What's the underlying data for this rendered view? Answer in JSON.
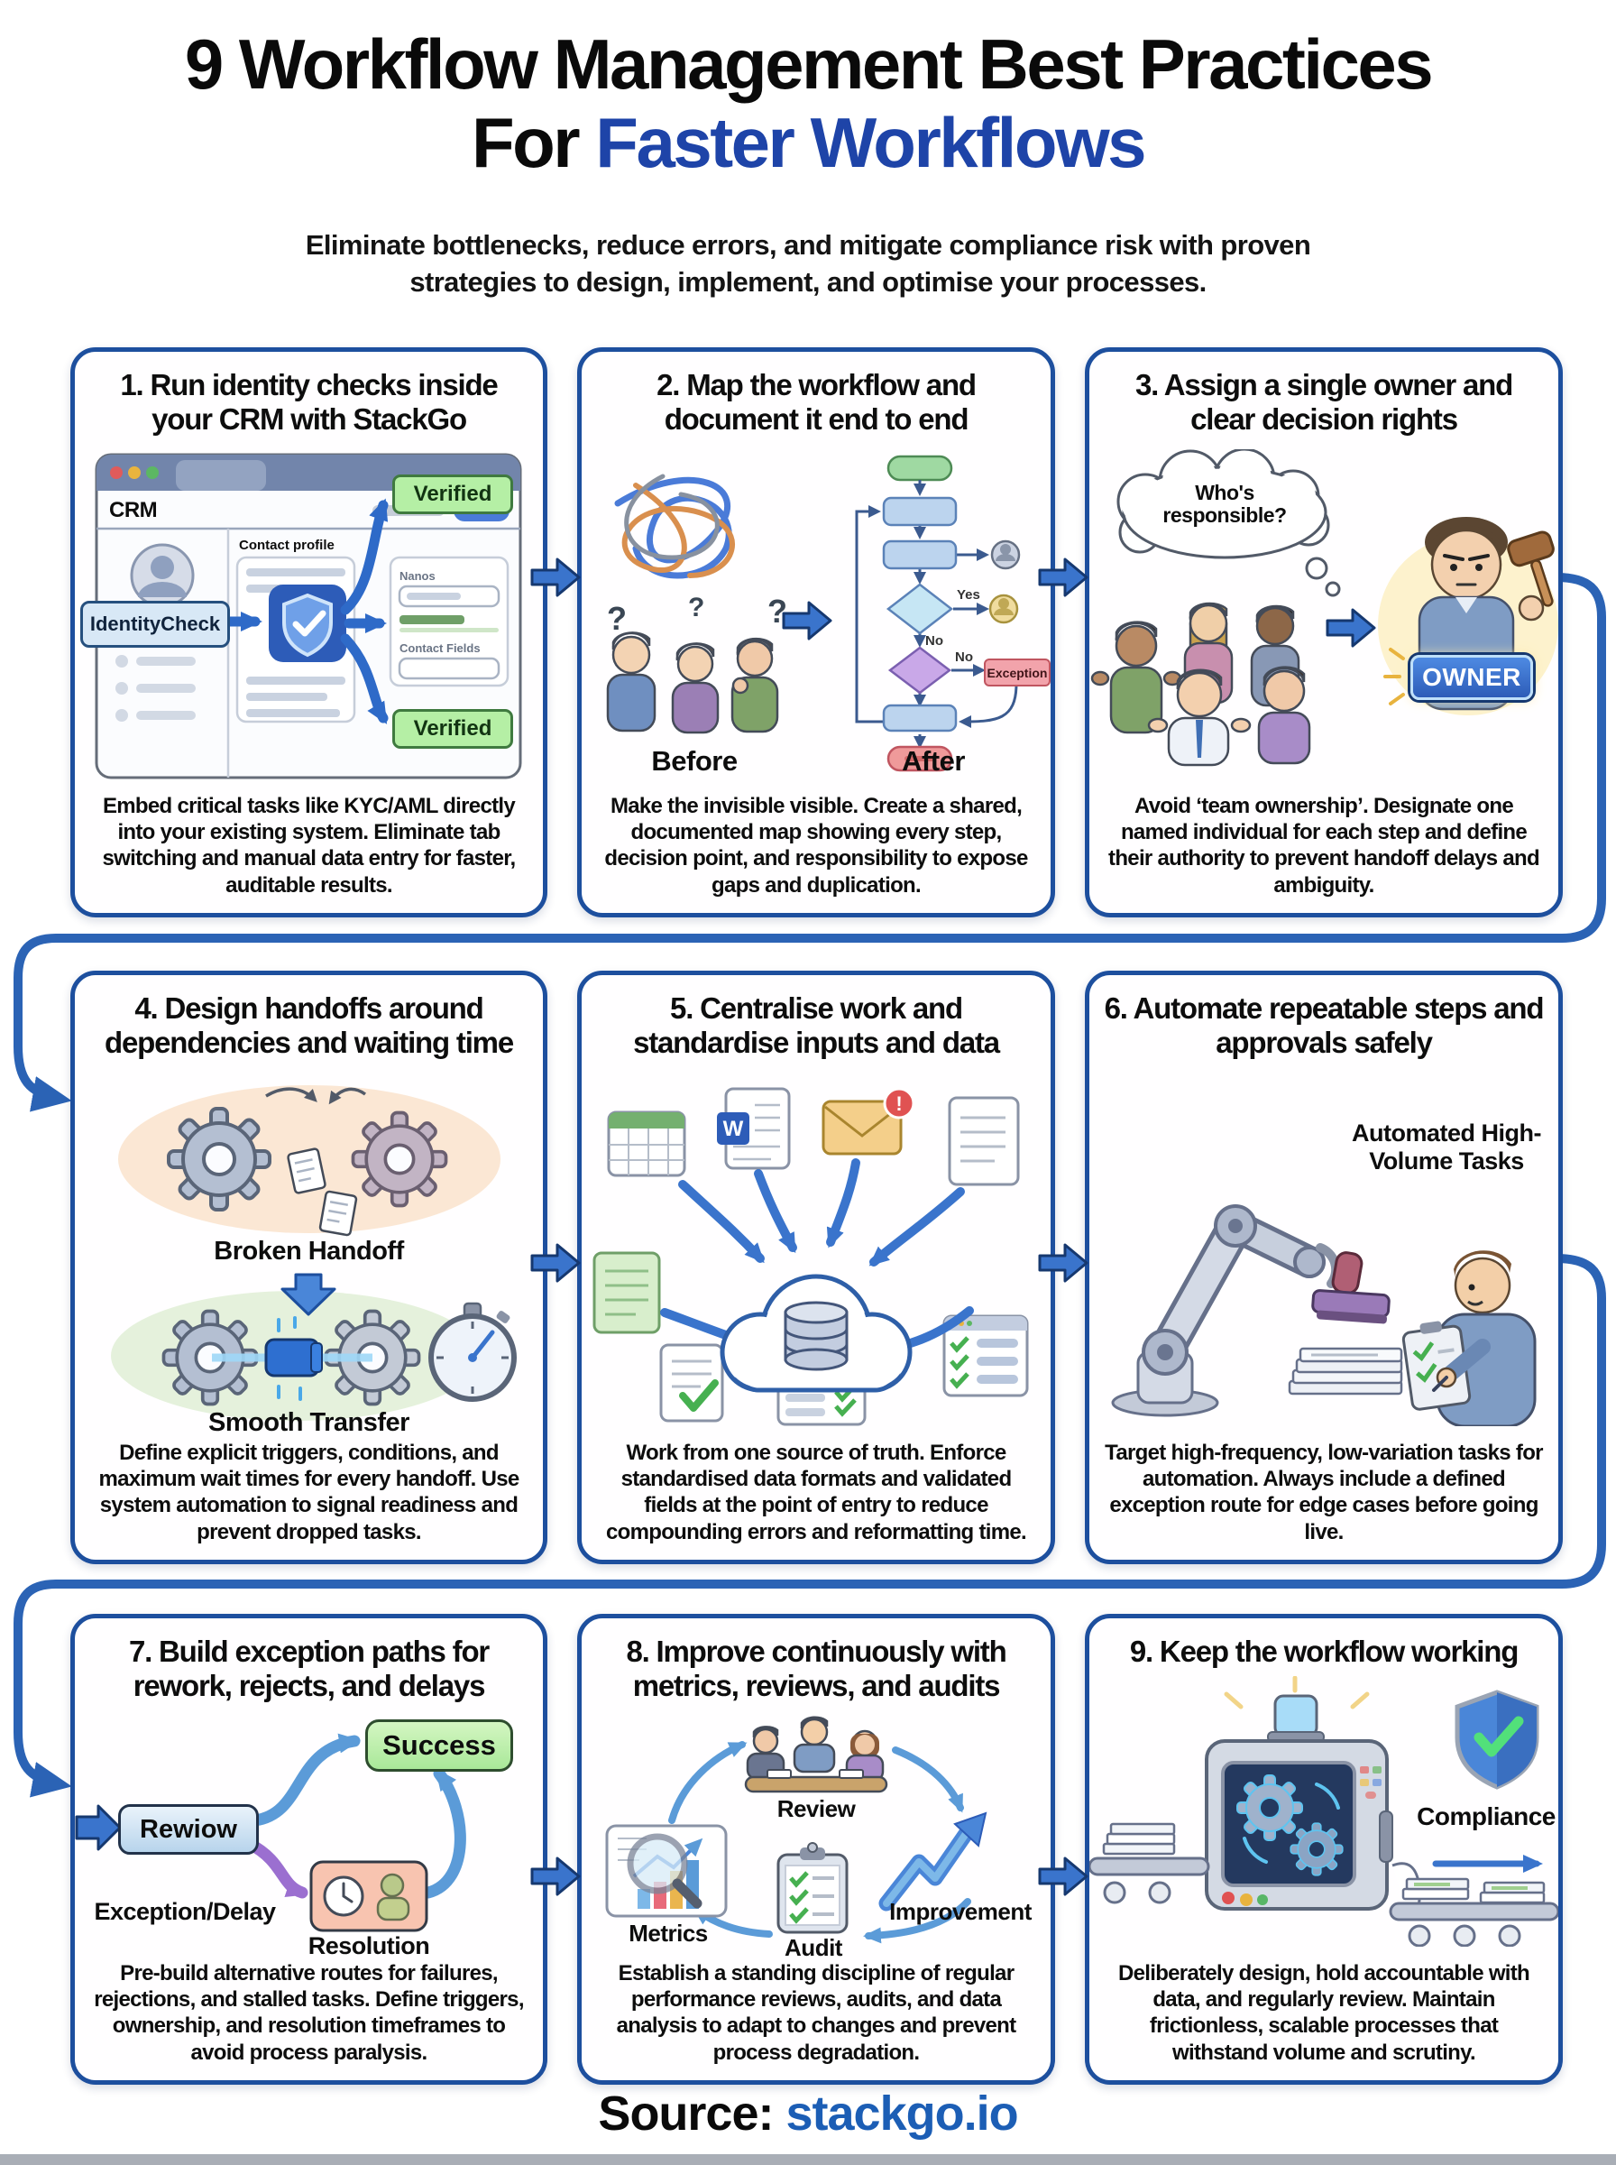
{
  "header": {
    "title_line1": "9 Workflow Management Best Practices",
    "title_line2_prefix": "For ",
    "title_line2_highlight": "Faster Workflows",
    "subtitle": "Eliminate bottlenecks, reduce errors, and mitigate compliance risk with proven strategies to design, implement, and optimise your processes."
  },
  "colors": {
    "card_border_blue": "#1d4f9e",
    "highlight_blue": "#1e44a8",
    "arrow_blue": "#3a74cc",
    "success_green": "#b5efa5",
    "exception_red": "#f2a3ab",
    "owner_badge_blue": "#2d5cb8"
  },
  "icons": [
    "shield-check-icon",
    "browser-window-icon",
    "tangle-icon",
    "flowchart-icon",
    "thought-cloud-icon",
    "gavel-icon",
    "gear-icon",
    "stopwatch-icon",
    "cloud-database-icon",
    "robot-arm-icon",
    "clipboard-check-icon",
    "magnifier-chart-icon",
    "improvement-arrow-icon",
    "conveyor-machine-icon",
    "compliance-shield-icon"
  ],
  "cards": [
    {
      "number_title": "1. Run identity checks inside your CRM with StackGo",
      "description": "Embed critical tasks like KYC/AML directly into your existing system. Eliminate tab switching and manual data entry for faster, auditable results.",
      "labels": {
        "window_title": "CRM",
        "contact_profile": "Contact profile",
        "identity_check_button": "IdentityCheck",
        "verified_top": "Verified",
        "verified_bottom": "Verified",
        "field_1": "Nanos",
        "field_2": "Contact Fields"
      }
    },
    {
      "number_title": "2. Map the workflow and document it end to end",
      "description": "Make the invisible visible. Create a shared, documented map showing every step, decision point, and responsibility to expose gaps and duplication.",
      "labels": {
        "before": "Before",
        "after": "After",
        "yes": "Yes",
        "no_1": "No",
        "no_2": "No",
        "exception": "Exception",
        "question_mark": "?"
      }
    },
    {
      "number_title": "3. Assign a single owner and clear decision rights",
      "description": "Avoid ‘team ownership’. Designate one named individual for each step and define their authority to prevent handoff delays and ambiguity.",
      "labels": {
        "thought_bubble": "Who's responsible?",
        "owner_badge": "OWNER"
      }
    },
    {
      "number_title": "4. Design handoffs around dependencies and waiting time",
      "description": "Define explicit triggers, conditions, and maximum wait times for every handoff. Use system automation to signal readiness and prevent dropped tasks.",
      "labels": {
        "broken_handoff": "Broken Handoff",
        "smooth_transfer": "Smooth Transfer"
      }
    },
    {
      "number_title": "5. Centralise work and standardise inputs and data",
      "description": "Work from one source of truth. Enforce standardised data formats and validated fields at the point of entry to reduce compounding errors and reformatting time.",
      "labels": {
        "word_letter": "W",
        "alert_mark": "!"
      }
    },
    {
      "number_title": "6. Automate repeatable steps and approvals safely",
      "description": "Target high-frequency, low-variation tasks for automation. Always include a defined exception route for edge cases before going live.",
      "labels": {
        "automated_tasks": "Automated High-Volume Tasks"
      }
    },
    {
      "number_title": "7. Build exception paths for rework, rejects, and delays",
      "description": "Pre-build alternative routes for failures, rejections, and stalled tasks. Define triggers, ownership, and resolution timeframes to avoid process paralysis.",
      "labels": {
        "review_box": "Rewiow",
        "success": "Success",
        "exception_delay": "Exception/Delay",
        "resolution": "Resolution"
      }
    },
    {
      "number_title": "8. Improve continuously with metrics, reviews, and audits",
      "description": "Establish a standing discipline of regular performance reviews, audits, and data analysis to adapt to changes and prevent process degradation.",
      "labels": {
        "review": "Review",
        "improvement": "Improvement",
        "metrics": "Metrics",
        "audit": "Audit"
      }
    },
    {
      "number_title": "9. Keep the workflow working",
      "description": "Deliberately design, hold accountable with data, and regularly review. Maintain frictionless, scalable processes that withstand volume and scrutiny.",
      "labels": {
        "compliance": "Compliance"
      }
    }
  ],
  "footer": {
    "source_label": "Source: ",
    "source_value": "stackgo.io"
  }
}
